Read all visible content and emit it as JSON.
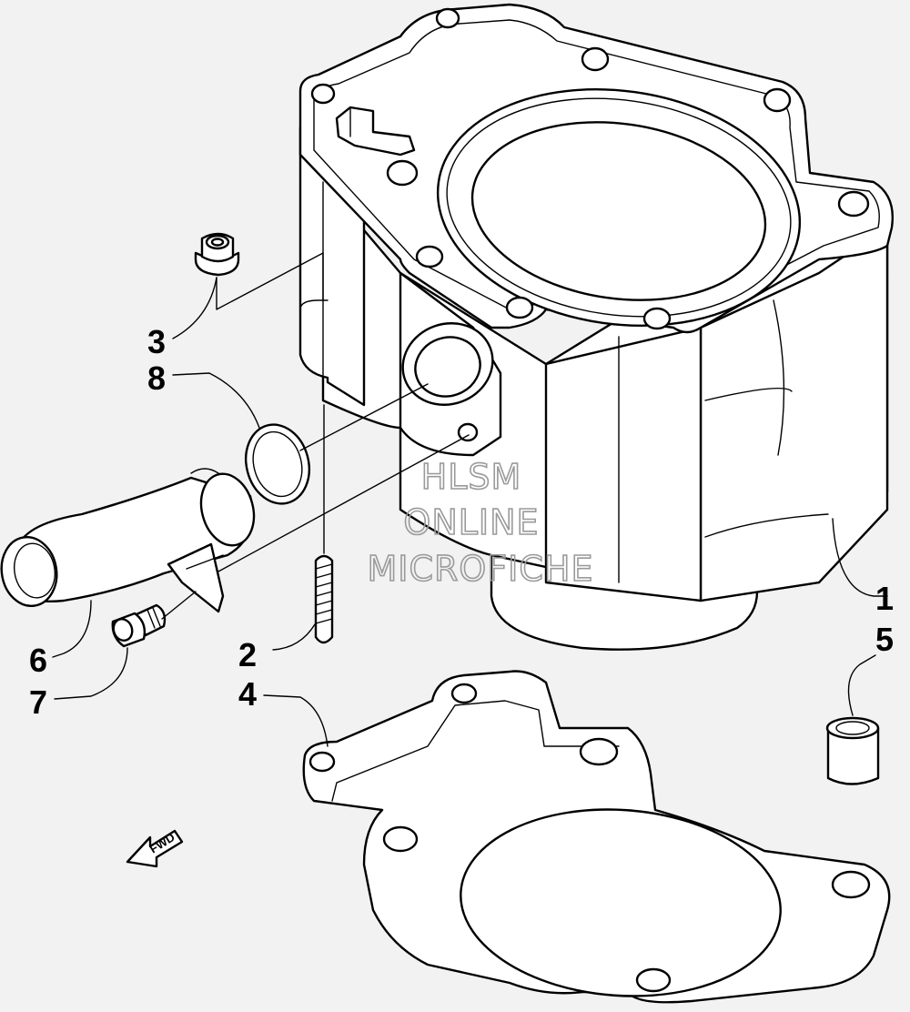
{
  "callouts": {
    "c1": "1",
    "c2": "2",
    "c3": "3",
    "c4": "4",
    "c5": "5",
    "c6": "6",
    "c7": "7",
    "c8": "8"
  },
  "direction_marker": "FWD",
  "watermark": {
    "line1": "HLSM",
    "line2": "ONLINE",
    "line3": "MICROFICHE"
  },
  "colors": {
    "background": "#f2f2f2",
    "line": "#000000",
    "watermark": "#9a9a9a"
  }
}
